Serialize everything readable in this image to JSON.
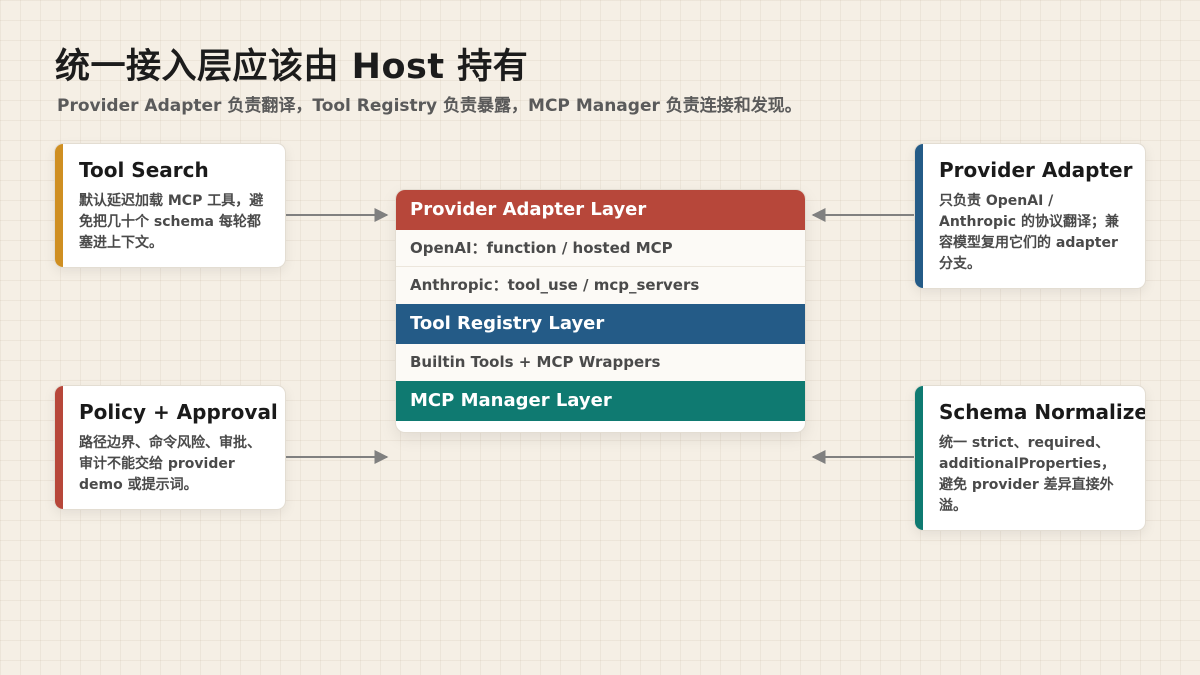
{
  "header": {
    "title": "统一接入层应该由 Host 持有",
    "subtitle": "Provider Adapter 负责翻译，Tool Registry 负责暴露，MCP Manager 负责连接和发现。"
  },
  "cards": {
    "tool_search": {
      "title": "Tool Search",
      "desc": "默认延迟加载 MCP 工具，避免把几十个 schema 每轮都塞进上下文。",
      "accent": "#cf8f22"
    },
    "policy": {
      "title": "Policy + Approval",
      "desc": "路径边界、命令风险、审批、审计不能交给 provider demo 或提示词。",
      "accent": "#b7473a"
    },
    "provider_adapter": {
      "title": "Provider Adapter",
      "desc": "只负责 OpenAI / Anthropic 的协议翻译；兼容模型复用它们的 adapter 分支。",
      "accent": "#245b87"
    },
    "schema_normalize": {
      "title": "Schema Normalize",
      "desc": "统一 strict、required、additionalProperties，避免 provider 差异直接外溢。",
      "accent": "#0f7a71"
    }
  },
  "stack": {
    "provider_layer": {
      "label": "Provider Adapter Layer",
      "color": "#b7473a",
      "rows": [
        "OpenAI：function / hosted MCP",
        "Anthropic：tool_use / mcp_servers"
      ]
    },
    "registry_layer": {
      "label": "Tool Registry Layer",
      "color": "#245b87",
      "rows": [
        "Builtin Tools + MCP Wrappers"
      ]
    },
    "mcp_layer": {
      "label": "MCP Manager Layer",
      "color": "#0f7a71"
    }
  },
  "colors": {
    "arrow": "#808080",
    "background": "#f5efe5"
  }
}
